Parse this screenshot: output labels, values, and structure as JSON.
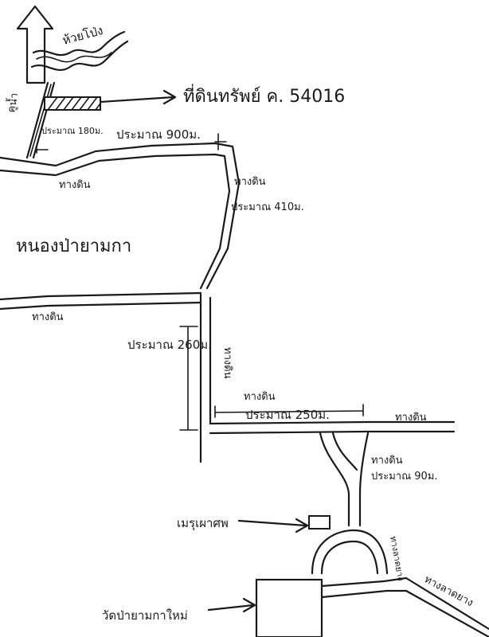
{
  "labels": {
    "stream": "ห้วยโป่ง",
    "ditch": "คูน้ำ",
    "land_title": "ที่ดินทรัพย์ ค. 54016",
    "dist_180": "ประมาณ 180ม.",
    "dist_900": "ประมาณ 900ม.",
    "dirt_road_1": "ทางดิน",
    "dirt_road_right": "ทางดิน",
    "dist_410": "ประมาณ 410ม.",
    "village": "หนองป่ายามกา",
    "dirt_road_2": "ทางดิน",
    "dist_260": "ประมาณ 260ม.",
    "vertical_road": "ทางดิน",
    "dirt_road_3": "ทางดิน",
    "dist_250": "ประมาณ 250ม.",
    "dirt_road_4": "ทางดิน",
    "dirt_road_5": "ทางดิน",
    "dist_90": "ประมาณ 90ม.",
    "monument": "เมรุเผาศพ",
    "curve_road": "ทางลาดยาง",
    "paved_road": "ทางลาดยาง",
    "school": "วัดป่ายามกาใหม่"
  }
}
